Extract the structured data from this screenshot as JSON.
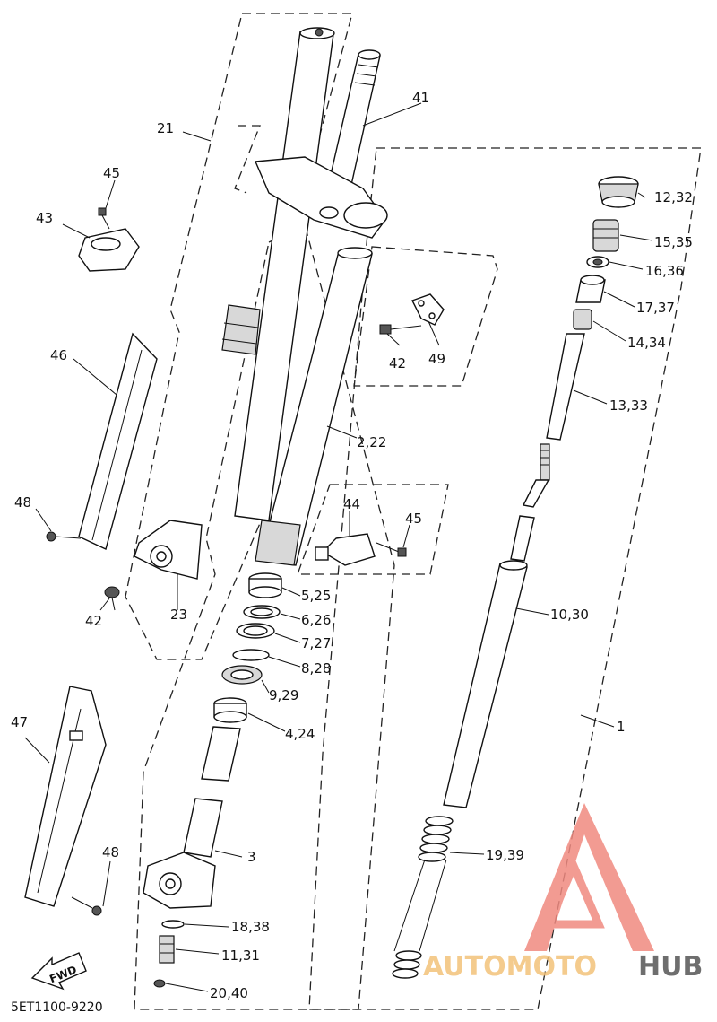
{
  "diagram": {
    "code": "5ET1100-9220",
    "fwd": "FWD",
    "labels": {
      "p1": "1",
      "p2_22": "2,22",
      "p3": "3",
      "p4_24": "4,24",
      "p5_25": "5,25",
      "p6_26": "6,26",
      "p7_27": "7,27",
      "p8_28": "8,28",
      "p9_29": "9,29",
      "p10_30": "10,30",
      "p11_31": "11,31",
      "p12_32": "12,32",
      "p13_33": "13,33",
      "p14_34": "14,34",
      "p15_35": "15,35",
      "p16_36": "16,36",
      "p17_37": "17,37",
      "p18_38": "18,38",
      "p19_39": "19,39",
      "p20_40": "20,40",
      "p21": "21",
      "p23": "23",
      "p41": "41",
      "p42a": "42",
      "p42b": "42",
      "p43": "43",
      "p44": "44",
      "p45a": "45",
      "p45b": "45",
      "p46": "46",
      "p47": "47",
      "p48a": "48",
      "p48b": "48",
      "p49": "49"
    }
  },
  "watermark": {
    "word1": "AUTOMOTO",
    "word2": "HUB",
    "colors": {
      "accent": "#f08a80",
      "gold": "#f3c27a",
      "grey": "#555555"
    }
  }
}
